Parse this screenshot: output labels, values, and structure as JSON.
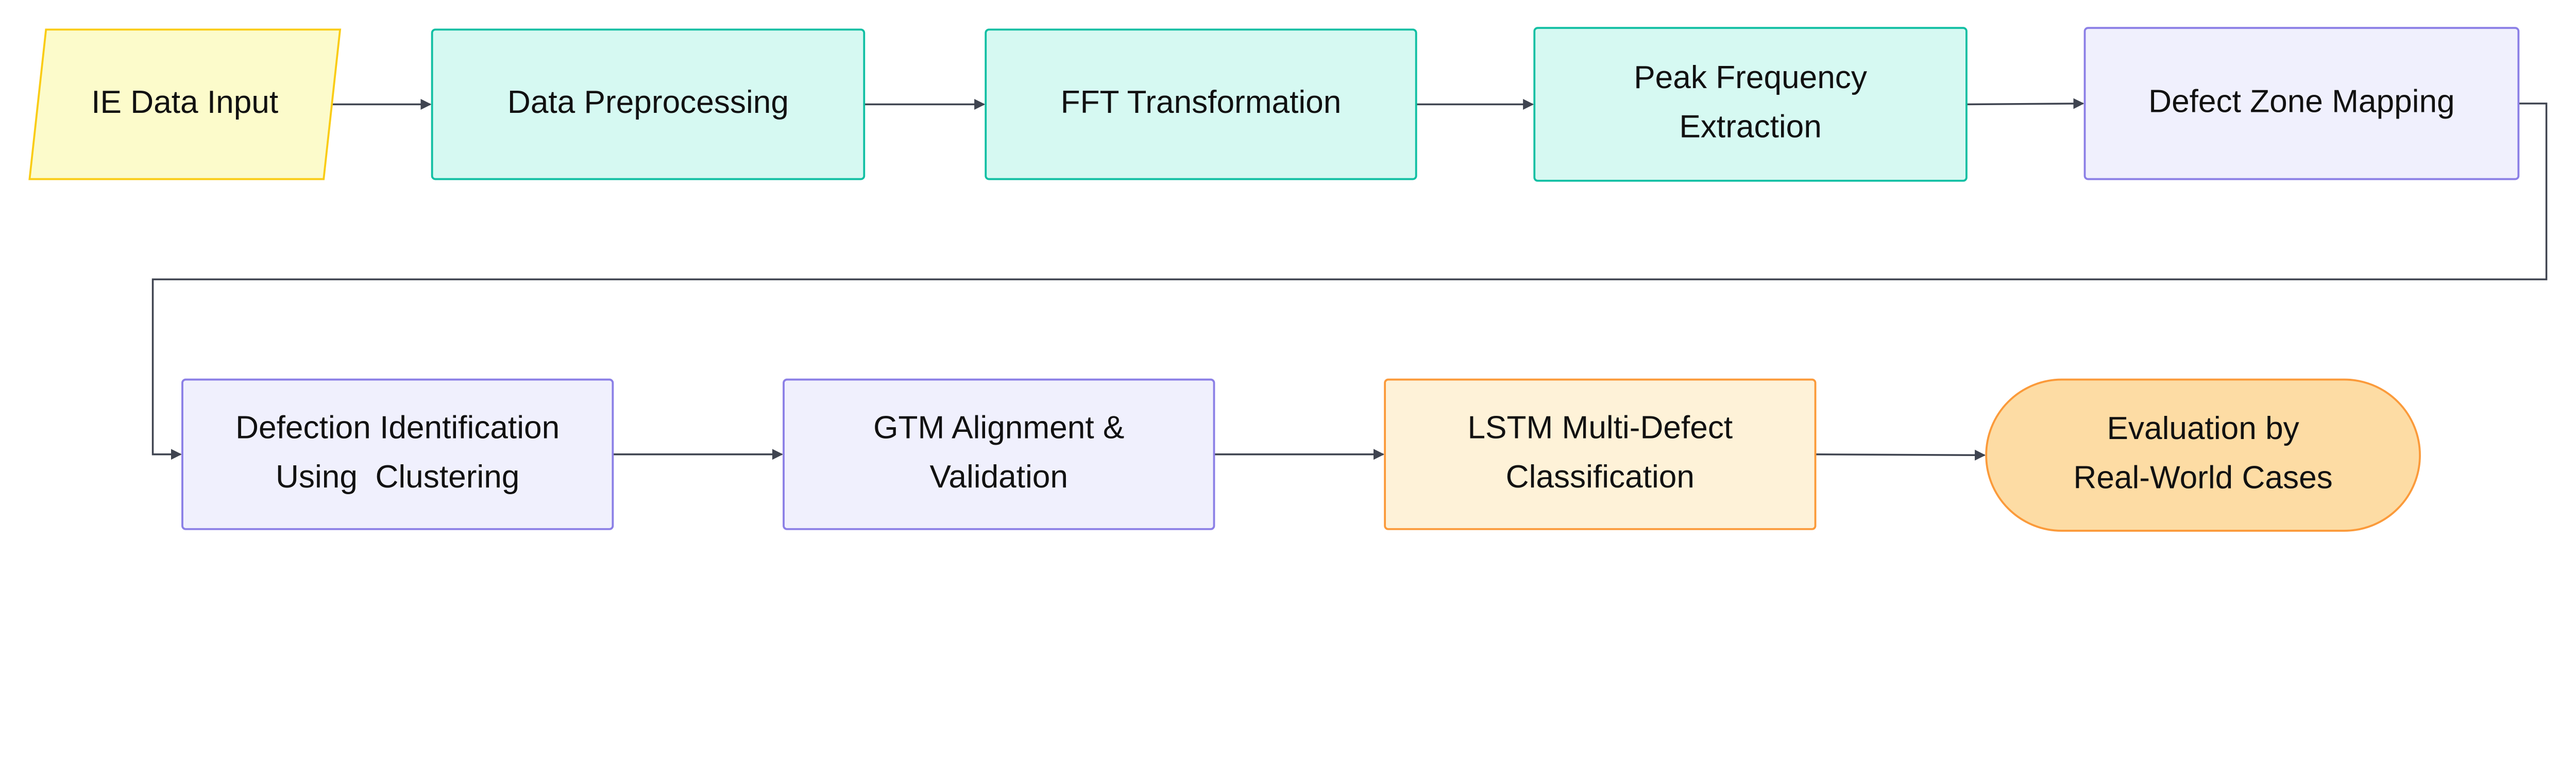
{
  "nodes": [
    {
      "id": "ie-data-input",
      "lines": [
        "IE Data Input"
      ],
      "shape": "parallelogram",
      "fill": "#fcfbcb",
      "stroke": "#facc15"
    },
    {
      "id": "data-preprocessing",
      "lines": [
        "Data Preprocessing"
      ],
      "shape": "rect",
      "fill": "#d6f9f2",
      "stroke": "#10bfa3"
    },
    {
      "id": "fft-transformation",
      "lines": [
        "FFT Transformation"
      ],
      "shape": "rect",
      "fill": "#d6f9f2",
      "stroke": "#10bfa3"
    },
    {
      "id": "peak-frequency-extraction",
      "lines": [
        "Peak Frequency",
        "Extraction"
      ],
      "shape": "rect",
      "fill": "#d6f9f2",
      "stroke": "#10bfa3"
    },
    {
      "id": "defect-zone-mapping",
      "lines": [
        "Defect Zone Mapping"
      ],
      "shape": "rect",
      "fill": "#f0f0fd",
      "stroke": "#8b7fe6"
    },
    {
      "id": "defection-identification",
      "lines": [
        "Defection Identification",
        "Using  Clustering"
      ],
      "shape": "rect",
      "fill": "#f0f0fd",
      "stroke": "#8b7fe6"
    },
    {
      "id": "gtm-alignment",
      "lines": [
        "GTM Alignment &",
        "Validation"
      ],
      "shape": "rect",
      "fill": "#f0f0fd",
      "stroke": "#8b7fe6"
    },
    {
      "id": "lstm-classification",
      "lines": [
        "LSTM Multi-Defect",
        "Classification"
      ],
      "shape": "rect",
      "fill": "#fef2d8",
      "stroke": "#fb9a3a"
    },
    {
      "id": "evaluation",
      "lines": [
        "Evaluation by",
        "Real-World Cases"
      ],
      "shape": "stadium",
      "fill": "#fddca4",
      "stroke": "#fb9a3a"
    }
  ],
  "edges": [
    [
      "ie-data-input",
      "data-preprocessing"
    ],
    [
      "data-preprocessing",
      "fft-transformation"
    ],
    [
      "fft-transformation",
      "peak-frequency-extraction"
    ],
    [
      "peak-frequency-extraction",
      "defect-zone-mapping"
    ],
    [
      "defect-zone-mapping",
      "defection-identification"
    ],
    [
      "defection-identification",
      "gtm-alignment"
    ],
    [
      "gtm-alignment",
      "lstm-classification"
    ],
    [
      "lstm-classification",
      "evaluation"
    ]
  ],
  "edge_color": "#3f4450"
}
